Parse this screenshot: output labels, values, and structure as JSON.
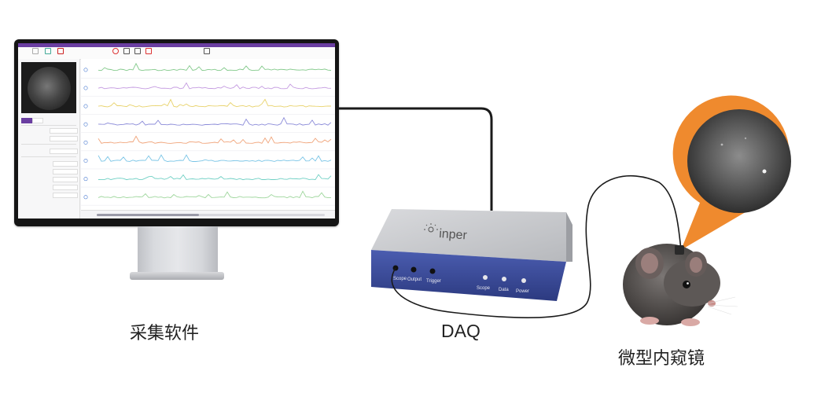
{
  "labels": {
    "software": "采集软件",
    "daq": "DAQ",
    "miniscope": "微型内窥镜"
  },
  "daq_device": {
    "brand": "inper",
    "ports": [
      "Scope",
      "Output",
      "Trigger"
    ],
    "leds": [
      "Scope",
      "Data",
      "Power"
    ]
  },
  "colors": {
    "cable": "#1a1a1a",
    "callout": "#ef8a2e",
    "daq_body": "#3b4c9a",
    "daq_top": "#c7c8cb",
    "titlebar": "#6a3ea1"
  },
  "traces": [
    {
      "color": "#82c98a"
    },
    {
      "color": "#c49ae0"
    },
    {
      "color": "#e8d26a"
    },
    {
      "color": "#8a8ad8"
    },
    {
      "color": "#f0a47a"
    },
    {
      "color": "#79c4e6"
    },
    {
      "color": "#6fd0c4"
    },
    {
      "color": "#9ed69c"
    }
  ]
}
